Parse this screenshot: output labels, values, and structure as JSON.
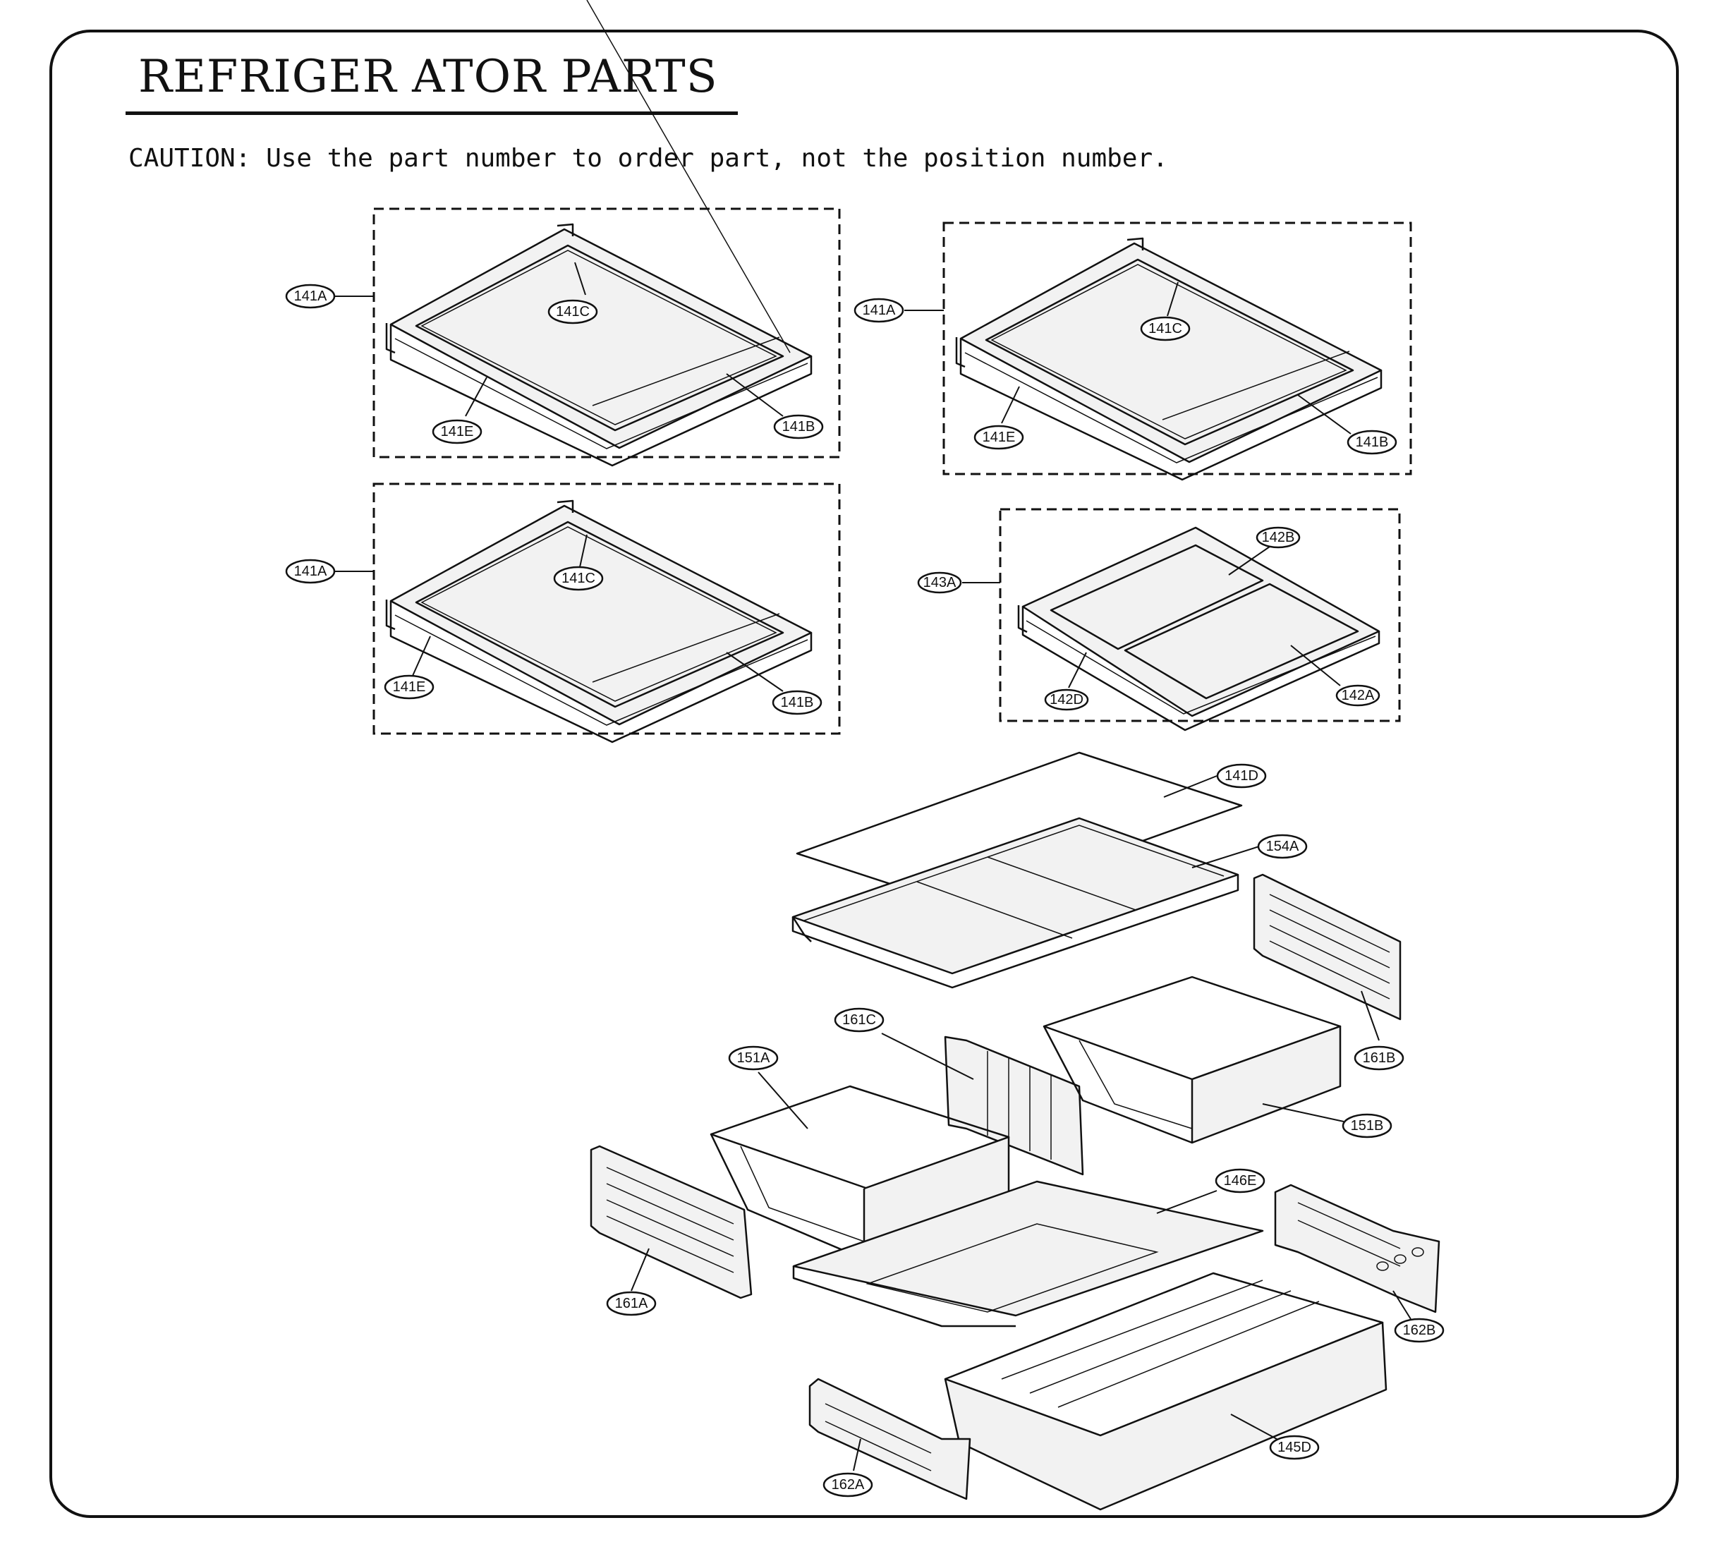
{
  "header": {
    "title": "REFRIGER ATOR PARTS",
    "caution": "CAUTION: Use the part number to order part, not the position number."
  },
  "callouts": {
    "g1_141A": "141A",
    "g1_141C": "141C",
    "g1_141E": "141E",
    "g1_141B": "141B",
    "g2_141A": "141A",
    "g2_141C": "141C",
    "g2_141E": "141E",
    "g2_141B": "141B",
    "g3_141A": "141A",
    "g3_141C": "141C",
    "g3_141E": "141E",
    "g3_141B": "141B",
    "g4_143A": "143A",
    "g4_142B": "142B",
    "g4_142D": "142D",
    "g4_142A": "142A",
    "c_141D": "141D",
    "c_154A": "154A",
    "c_161B": "161B",
    "c_161C": "161C",
    "c_151A": "151A",
    "c_151B": "151B",
    "c_146E": "146E",
    "c_161A": "161A",
    "c_162B": "162B",
    "c_145D": "145D",
    "c_162A": "162A"
  }
}
